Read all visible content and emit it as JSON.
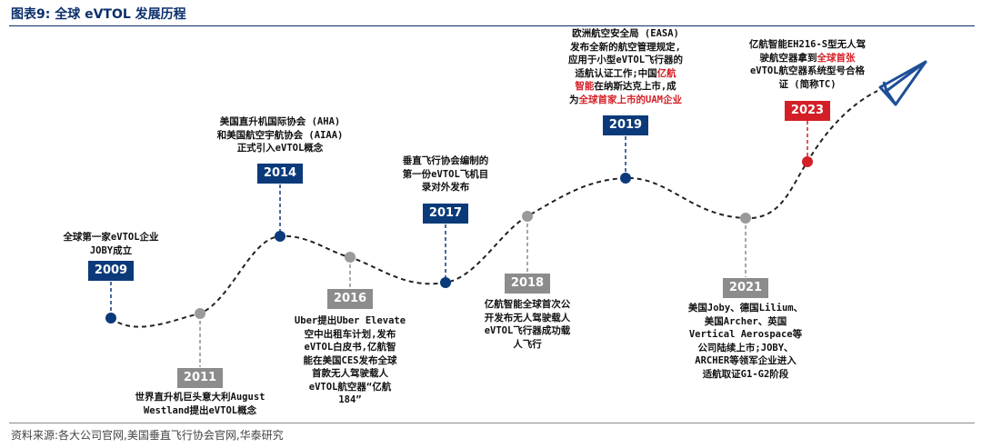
{
  "header": {
    "title": "图表9:  全球 eVTOL 发展历程"
  },
  "footer": {
    "source": "资料来源:各大公司官网,美国垂直飞行协会官网,华泰研究"
  },
  "colors": {
    "blue": "#0b3a7a",
    "gray": "#8c8c8c",
    "red": "#d41f26",
    "plane": "#1f4e99"
  },
  "milestones": {
    "y2009": {
      "year": "2009",
      "lines": [
        "全球第一家eVTOL企业",
        "JOBY成立"
      ]
    },
    "y2011": {
      "year": "2011",
      "lines": [
        "世界直升机巨头意大利August",
        "Westland提出eVTOL概念"
      ]
    },
    "y2014": {
      "year": "2014",
      "lines": [
        "美国直升机国际协会 (AHA)",
        "和美国航空宇航协会 (AIAA)",
        "正式引入eVTOL概念"
      ]
    },
    "y2016": {
      "year": "2016",
      "lines": [
        "Uber提出Uber Elevate",
        "空中出租车计划,发布",
        "eVTOL白皮书,亿航智",
        "能在美国CES发布全球",
        "首款无人驾驶载人",
        "eVTOL航空器“亿航",
        "184”"
      ]
    },
    "y2017": {
      "year": "2017",
      "lines": [
        "垂直飞行协会编制的",
        "第一份eVTOL飞机目",
        "录对外发布"
      ]
    },
    "y2018": {
      "year": "2018",
      "lines": [
        "亿航智能全球首次公",
        "开发布无人驾驶载人",
        "eVTOL飞行器成功载",
        "人飞行"
      ]
    },
    "y2019": {
      "year": "2019",
      "line1": "欧洲航空安全局 (EASA)",
      "line2": "发布全新的航空管理规定,",
      "line3": "应用于小型eVTOL飞行器的",
      "line4_a": "适航认证工作;中国",
      "line4_b": "亿航",
      "line5_a": "智能",
      "line5_b": "在纳斯达克上市,成",
      "line6_a": "为",
      "line6_b": "全球首家上市的UAM企业"
    },
    "y2021": {
      "year": "2021",
      "lines": [
        "美国Joby、德国Lilium、",
        "美国Archer、英国",
        "Vertical Aerospace等",
        "公司陆续上市;JOBY、",
        "ARCHER等领军企业进入",
        "适航取证G1-G2阶段"
      ]
    },
    "y2023": {
      "year": "2023",
      "line1": "亿航智能EH216-S型无人驾",
      "line2_a": "驶航空器拿到",
      "line2_b": "全球首张",
      "line3": "eVTOL航空器系统型号合格",
      "line4": "证 (简称TC)"
    }
  }
}
